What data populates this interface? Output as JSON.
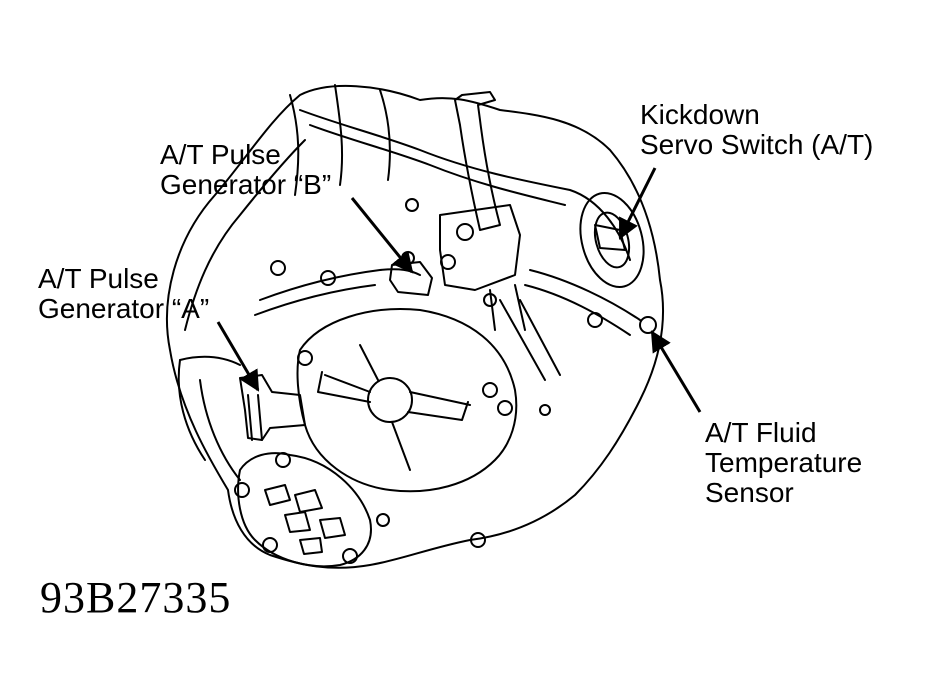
{
  "labels": {
    "pulse_b": {
      "line1": "A/T Pulse",
      "line2": "Generator “B”"
    },
    "pulse_a": {
      "line1": "A/T Pulse",
      "line2": "Generator “A”"
    },
    "kickdown": {
      "line1": "Kickdown",
      "line2": "Servo Switch (A/T)"
    },
    "fluid_temp": {
      "line1": "A/T Fluid",
      "line2": "Temperature",
      "line3": "Sensor"
    }
  },
  "figure_number": "93B27335",
  "colors": {
    "ink": "#000000",
    "paper": "#ffffff"
  }
}
